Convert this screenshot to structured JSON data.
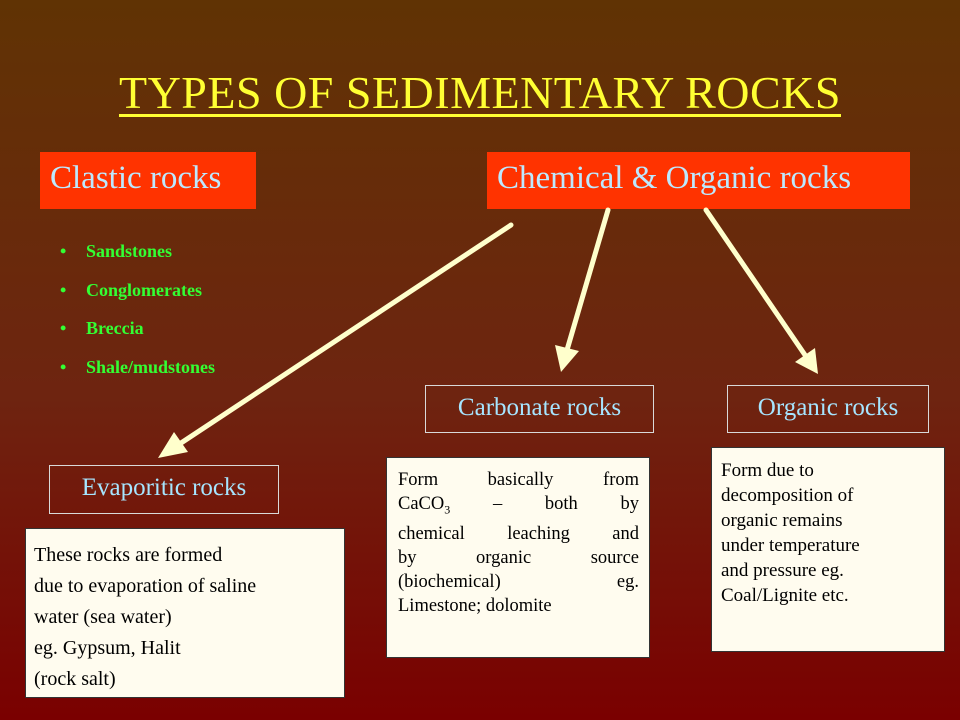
{
  "title": "TYPES OF SEDIMENTARY ROCKS",
  "clastic": {
    "label": "Clastic rocks",
    "examples": [
      "Sandstones",
      "Conglomerates",
      "Breccia",
      "Shale/mudstones"
    ]
  },
  "chemical_organic": {
    "label": "Chemical & Organic rocks"
  },
  "evaporitic": {
    "label": "Evaporitic rocks",
    "description_lines": [
      "These rocks are formed",
      "due to evaporation of saline",
      "water (sea water)",
      "eg. Gypsum, Halit",
      "(rock salt)"
    ]
  },
  "carbonate": {
    "label": "Carbonate rocks",
    "desc": {
      "line1": "Form basically from",
      "formula_prefix": "CaCO",
      "formula_sub": "3",
      "line2_rest": " – both by",
      "line3": "chemical leaching and",
      "line4": "by organic source",
      "line5": "(biochemical) eg.",
      "line6": "Limestone; dolomite"
    }
  },
  "organic": {
    "label": "Organic rocks",
    "description_lines": [
      "Form due to",
      "decomposition of",
      "organic remains",
      "under temperature",
      "and pressure eg.",
      "Coal/Lignite etc."
    ]
  },
  "colors": {
    "title": "#ffff33",
    "header_box": "#ff3300",
    "header_text": "#bde9ff",
    "sub_label": "#a6e5ff",
    "bullets": "#33ff33",
    "arrows": "#ffffcc",
    "desc_box": "#fffcef"
  }
}
